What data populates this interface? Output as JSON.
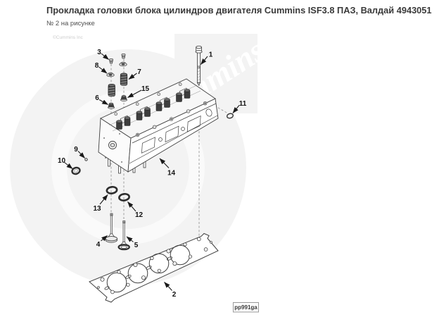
{
  "page": {
    "title": "Прокладка головки блока цилиндров двигателя Cummins ISF3.8 ПАЗ, Валдай 4943051",
    "subtitle": "№ 2 на рисунке"
  },
  "watermarks": {
    "copyright": "©Cummins Inc",
    "brand": "Cummins"
  },
  "figure": {
    "code": "pp991ga",
    "highlighted_item": "2",
    "callouts": [
      "1",
      "2",
      "3",
      "4",
      "5",
      "6",
      "7",
      "8",
      "9",
      "10",
      "11",
      "12",
      "13",
      "14",
      "15"
    ]
  },
  "colors": {
    "title_text": "#3a3a3a",
    "subtitle_text": "#4f4f4f",
    "line_art": "#3f3f3f",
    "callout_text": "#111111",
    "dashed_guide": "#8a8a8a",
    "watermark_fill": "#f3f3f3",
    "watermark_copyright_text": "#cccccc",
    "spring_dark": "#474747",
    "background": "#ffffff"
  }
}
